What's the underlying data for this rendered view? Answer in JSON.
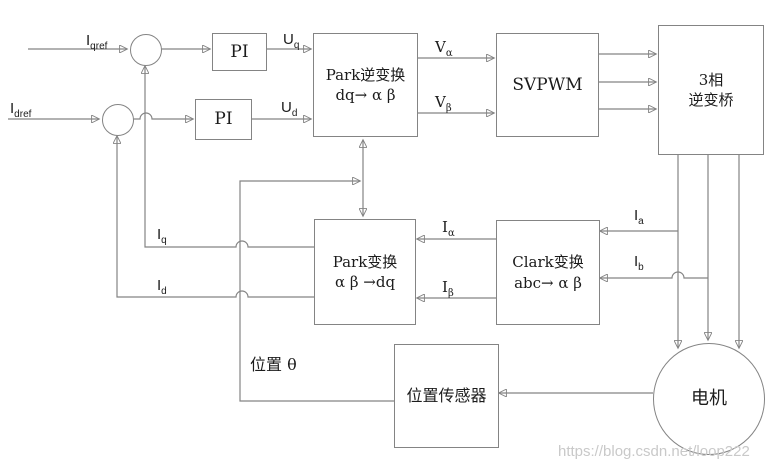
{
  "watermark": "https://blog.csdn.net/loop222",
  "blocks": {
    "pi_q": {
      "label": "PI"
    },
    "pi_d": {
      "label": "PI"
    },
    "park_inverse": {
      "line1": "Park逆变换",
      "line2": "dq→ α β"
    },
    "svpwm": {
      "label": "SVPWM"
    },
    "inverter_bridge": {
      "line1": "3相",
      "line2": "逆变桥"
    },
    "park": {
      "line1": "Park变换",
      "line2": "α β →dq"
    },
    "clark": {
      "line1": "Clark变换",
      "line2": "abc→ α β"
    },
    "position_sensor": {
      "label": "位置传感器"
    },
    "motor": {
      "label": "电机"
    }
  },
  "signals": {
    "iqref": {
      "main": "I",
      "sub": "qref"
    },
    "idref": {
      "main": "I",
      "sub": "dref"
    },
    "uq": {
      "main": "U",
      "sub": "q"
    },
    "ud": {
      "main": "U",
      "sub": "d"
    },
    "valpha": {
      "main": "V",
      "sub": "α"
    },
    "vbeta": {
      "main": "V",
      "sub": "β"
    },
    "ia": {
      "main": "I",
      "sub": "a"
    },
    "ib": {
      "main": "I",
      "sub": "b"
    },
    "ialpha": {
      "main": "I",
      "sub": "α"
    },
    "ibeta": {
      "main": "I",
      "sub": "β"
    },
    "iq": {
      "main": "I",
      "sub": "q"
    },
    "id": {
      "main": "I",
      "sub": "d"
    },
    "theta": {
      "label": "位置 θ"
    }
  }
}
